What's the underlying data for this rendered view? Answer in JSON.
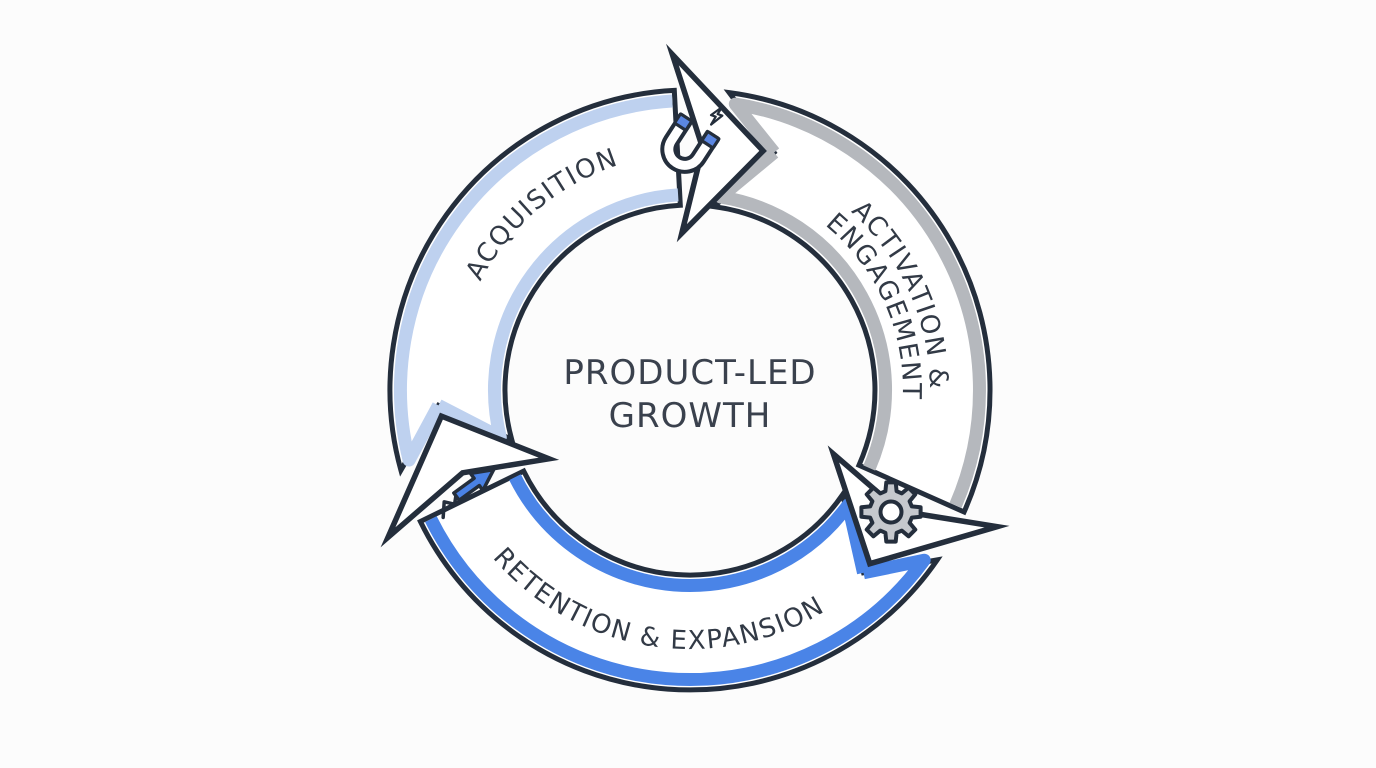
{
  "diagram": {
    "type": "cycle",
    "center_title": {
      "line1": "PRODUCT-LED",
      "line2": "GROWTH"
    },
    "segments": [
      {
        "name": "acquisition",
        "label": "ACQUISITION",
        "icon": "magnet-icon",
        "stripe_color": "#bed1ef"
      },
      {
        "name": "activation-engagement",
        "label_line1": "ACTIVATION &",
        "label_line2": "ENGAGEMENT",
        "icon": "gear-icon",
        "stripe_color": "#b5b8bd"
      },
      {
        "name": "retention-expansion",
        "label": "RETENTION & EXPANSION",
        "icon": "trend-up-arrow-icon",
        "stripe_color": "#4a84e7"
      }
    ],
    "colors": {
      "outline": "#242e3c",
      "label_text": "#323a46",
      "center_text": "#3a414d",
      "background": "#fcfcfc",
      "icon_blue": "#5b87e2",
      "trend_arrow_blue": "#4a82e6",
      "gear_gray": "#c5c8cd"
    }
  }
}
